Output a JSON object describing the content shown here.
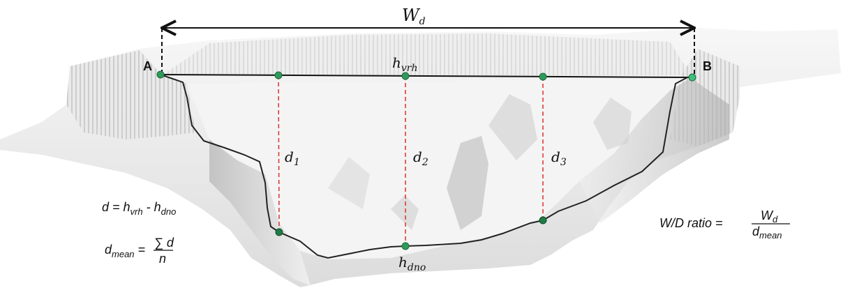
{
  "labels": {
    "width_symbol": "W",
    "width_sub": "d",
    "point_a": "A",
    "point_b": "B",
    "top_symbol": "h",
    "top_sub": "vrh",
    "bottom_symbol": "h",
    "bottom_sub": "dno",
    "d1_symbol": "d",
    "d1_sub": "1",
    "d2_symbol": "d",
    "d2_sub": "2",
    "d3_symbol": "d",
    "d3_sub": "3"
  },
  "formulas": {
    "depth": {
      "lhs": "d = ",
      "h": "h",
      "vrh": "vrh",
      "minus": " - ",
      "h2": "h",
      "dno": "dno"
    },
    "mean": {
      "d": "d",
      "mean": "mean",
      "eq": " = ",
      "num": "∑ d",
      "den": "n"
    },
    "ratio": {
      "lhs": "W/D ratio = ",
      "num_w": "W",
      "num_sub": "d",
      "den_d": "d",
      "den_sub": "mean"
    }
  },
  "colors": {
    "line": "#111111",
    "dashed": "#d9302c",
    "point": "#2e9a5b",
    "terrain_light": "#f1f1f1",
    "terrain_dark": "#8e8e8e"
  }
}
